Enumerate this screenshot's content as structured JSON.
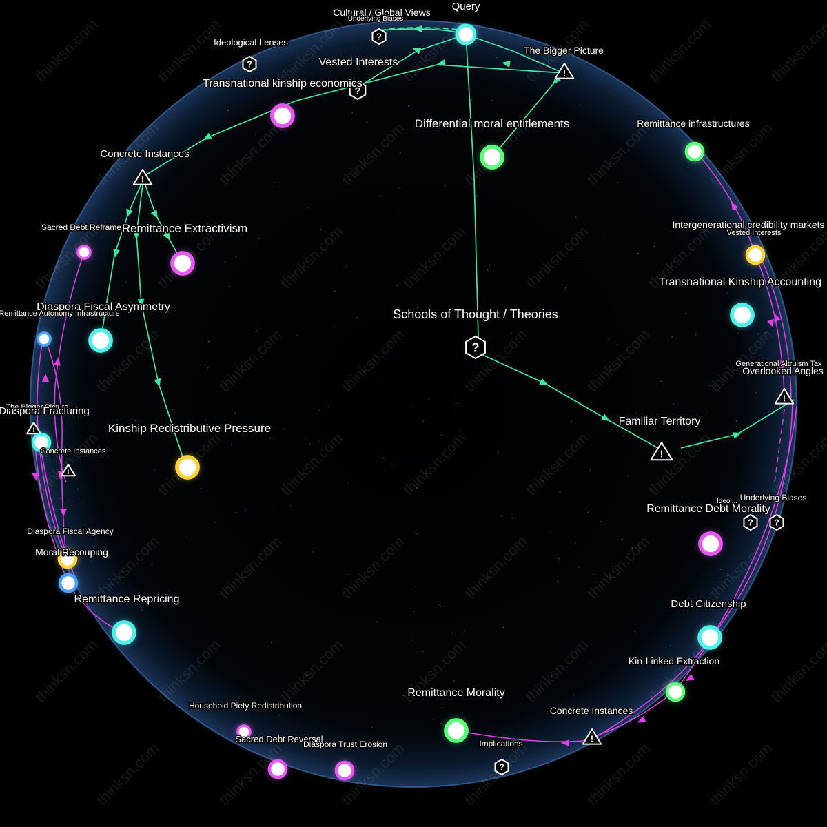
{
  "watermark": "thinksn.com",
  "colors": {
    "background": "#000000",
    "sphere_rim": "#3d6fb0",
    "edge_green": "#3ee8a0",
    "edge_magenta": "#e040e8",
    "node_green": "#5dff7a",
    "node_cyan": "#4ef0e8",
    "node_magenta": "#e45af0",
    "node_yellow": "#ffd23a",
    "node_blue": "#4aa3ff"
  },
  "nodes": [
    {
      "id": "query",
      "label": "Query",
      "kind": "circle",
      "color": "node_cyan",
      "size": "lg"
    },
    {
      "id": "cultural",
      "label": "Cultural / Global Views",
      "kind": "question-hex",
      "size": "sm"
    },
    {
      "id": "cultural-sub",
      "label": "Underlying Biases",
      "kind": "label",
      "size": "xs"
    },
    {
      "id": "ideological",
      "label": "Ideological Lenses",
      "kind": "question-hex",
      "size": "sm"
    },
    {
      "id": "vested",
      "label": "Vested Interests",
      "kind": "label",
      "size": "md"
    },
    {
      "id": "bigger-picture",
      "label": "The Bigger Picture",
      "kind": "warning",
      "size": "sm"
    },
    {
      "id": "transnational-econ",
      "label": "Transnational kinship economics",
      "kind": "question-hex",
      "size": "md"
    },
    {
      "id": "purple-top",
      "label": "",
      "kind": "circle",
      "color": "node_magenta",
      "size": "md"
    },
    {
      "id": "differential",
      "label": "Differential moral entitlements",
      "kind": "circle",
      "color": "node_green",
      "size": "md"
    },
    {
      "id": "remit-infra",
      "label": "Remittance infrastructures",
      "kind": "circle",
      "color": "node_green",
      "size": "sm"
    },
    {
      "id": "concrete-top",
      "label": "Concrete Instances",
      "kind": "warning",
      "size": "sm"
    },
    {
      "id": "sacred-reframe",
      "label": "Sacred Debt Reframe",
      "kind": "circle",
      "color": "node_magenta",
      "size": "xs"
    },
    {
      "id": "extractivism",
      "label": "Remittance Extractivism",
      "kind": "circle",
      "color": "node_magenta",
      "size": "md"
    },
    {
      "id": "intergen",
      "label": "Intergenerational credibility markets",
      "kind": "circle",
      "color": "node_yellow",
      "size": "sm"
    },
    {
      "id": "intergen-sub",
      "label": "Vested Interests",
      "kind": "label",
      "size": "xs"
    },
    {
      "id": "tka",
      "label": "Transnational Kinship Accounting",
      "kind": "circle",
      "color": "node_cyan",
      "size": "md"
    },
    {
      "id": "dfa",
      "label": "Diaspora Fiscal Asymmetry",
      "kind": "circle",
      "color": "node_cyan",
      "size": "md"
    },
    {
      "id": "autonomy",
      "label": "Remittance Autonomy Infrastructure",
      "kind": "circle",
      "color": "node_blue",
      "size": "xs"
    },
    {
      "id": "schools",
      "label": "Schools of Thought / Theories",
      "kind": "question-hex",
      "size": "lg"
    },
    {
      "id": "gen-altruism",
      "label": "Generational Altruism Tax",
      "kind": "label",
      "size": "xs"
    },
    {
      "id": "overlooked",
      "label": "Overlooked Angles",
      "kind": "warning",
      "size": "sm"
    },
    {
      "id": "bigger-left",
      "label": "The Bigger Picture",
      "kind": "warning",
      "size": "xs"
    },
    {
      "id": "fracturing",
      "label": "Diaspora Fracturing",
      "kind": "circle",
      "color": "node_cyan",
      "size": "sm"
    },
    {
      "id": "kinship-pressure",
      "label": "Kinship Redistributive Pressure",
      "kind": "circle",
      "color": "node_yellow",
      "size": "md"
    },
    {
      "id": "familiar",
      "label": "Familiar Territory",
      "kind": "warning",
      "size": "md"
    },
    {
      "id": "concrete-left",
      "label": "Concrete Instances",
      "kind": "warning",
      "size": "xs"
    },
    {
      "id": "ideol-right",
      "label": "Ideol...",
      "kind": "question-hex",
      "size": "xs"
    },
    {
      "id": "underlying-right",
      "label": "Underlying Biases",
      "kind": "question-hex",
      "size": "xs"
    },
    {
      "id": "debt-morality",
      "label": "Remittance Debt Morality",
      "kind": "circle",
      "color": "node_magenta",
      "size": "md"
    },
    {
      "id": "fiscal-agency",
      "label": "Diaspora Fiscal Agency",
      "kind": "label",
      "size": "xs"
    },
    {
      "id": "recouping",
      "label": "Moral Recouping",
      "kind": "circle",
      "color": "node_yellow",
      "size": "sm"
    },
    {
      "id": "repricing-blue",
      "label": "",
      "kind": "circle",
      "color": "node_blue",
      "size": "sm"
    },
    {
      "id": "repricing",
      "label": "Remittance Repricing",
      "kind": "circle",
      "color": "node_cyan",
      "size": "md"
    },
    {
      "id": "debt-citizenship",
      "label": "Debt Citizenship",
      "kind": "circle",
      "color": "node_cyan",
      "size": "md"
    },
    {
      "id": "kin-linked",
      "label": "Kin-Linked Extraction",
      "kind": "circle",
      "color": "node_green",
      "size": "sm"
    },
    {
      "id": "morality",
      "label": "Remittance Morality",
      "kind": "circle",
      "color": "node_green",
      "size": "md"
    },
    {
      "id": "concrete-bottom",
      "label": "Concrete Instances",
      "kind": "warning",
      "size": "sm"
    },
    {
      "id": "piety",
      "label": "Household Piety Redistribution",
      "kind": "circle",
      "color": "node_magenta",
      "size": "xs"
    },
    {
      "id": "sacred-reversal",
      "label": "Sacred Debt Reversal",
      "kind": "circle",
      "color": "node_magenta",
      "size": "sm"
    },
    {
      "id": "trust-erosion",
      "label": "Diaspora Trust Erosion",
      "kind": "circle",
      "color": "node_magenta",
      "size": "sm"
    },
    {
      "id": "implications",
      "label": "Implications",
      "kind": "question-hex",
      "size": "xs"
    }
  ]
}
